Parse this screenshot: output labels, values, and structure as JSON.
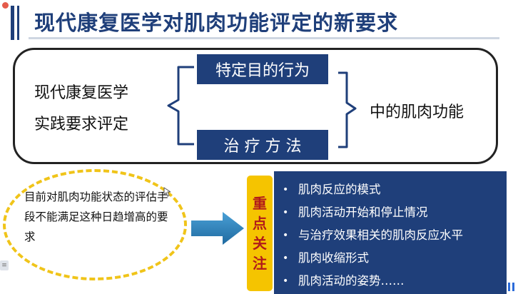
{
  "title": "现代康复医学对肌肉功能评定的新要求",
  "top_panel": {
    "left_line1": "现代康复医学",
    "left_line2": "实践要求评定",
    "box_top": "特定目的行为",
    "box_bottom": "治 疗 方 法",
    "right_text": "中的肌肉功能"
  },
  "ellipse_text": "目前对肌肉功能状态的评估手段不能满足这种日趋增高的要求",
  "focus_label": "重点关注",
  "focus_items": [
    "肌肉反应的模式",
    "肌肉活动开始和停止情况",
    "与治疗效果相关的肌肉反应水平",
    "肌肉收缩形式",
    "肌肉活动的姿势……"
  ],
  "colors": {
    "navy": "#1f3f7a",
    "yellow": "#f5c400",
    "dashed_yellow": "#f0c419",
    "arrow": "#2f7fb8",
    "focus_text": "#b11a1a"
  }
}
